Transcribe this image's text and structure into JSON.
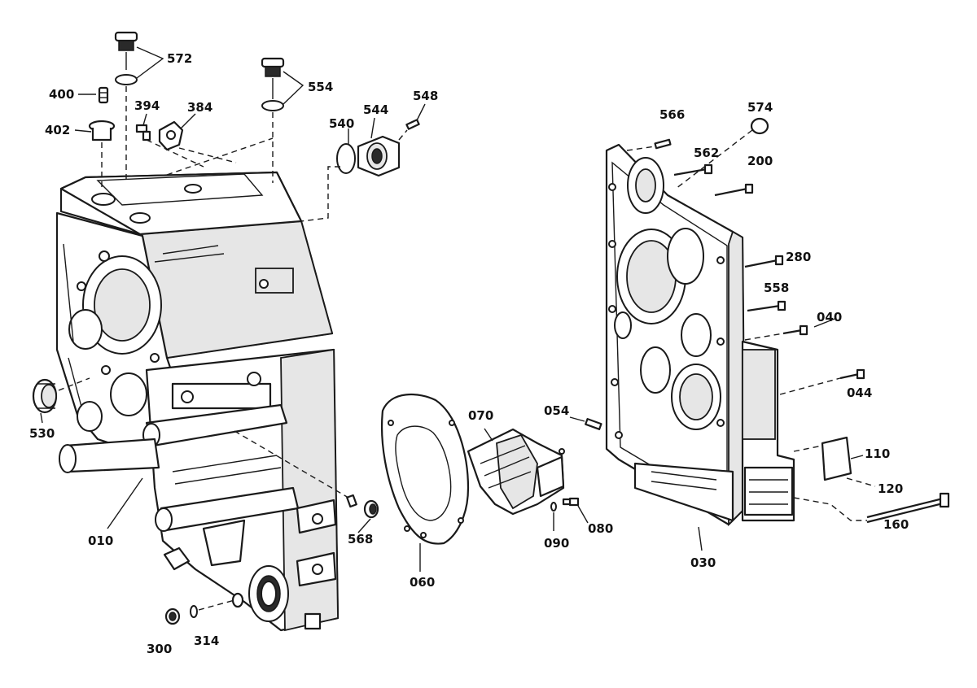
{
  "callouts": {
    "c010": "010",
    "c030": "030",
    "c040": "040",
    "c044": "044",
    "c054": "054",
    "c060": "060",
    "c070": "070",
    "c080": "080",
    "c090": "090",
    "c110": "110",
    "c120": "120",
    "c160": "160",
    "c200": "200",
    "c280": "280",
    "c300": "300",
    "c314": "314",
    "c384": "384",
    "c394": "394",
    "c400": "400",
    "c402": "402",
    "c530": "530",
    "c540": "540",
    "c544": "544",
    "c548": "548",
    "c554": "554",
    "c558": "558",
    "c562": "562",
    "c566": "566",
    "c568": "568",
    "c572": "572",
    "c574": "574"
  }
}
